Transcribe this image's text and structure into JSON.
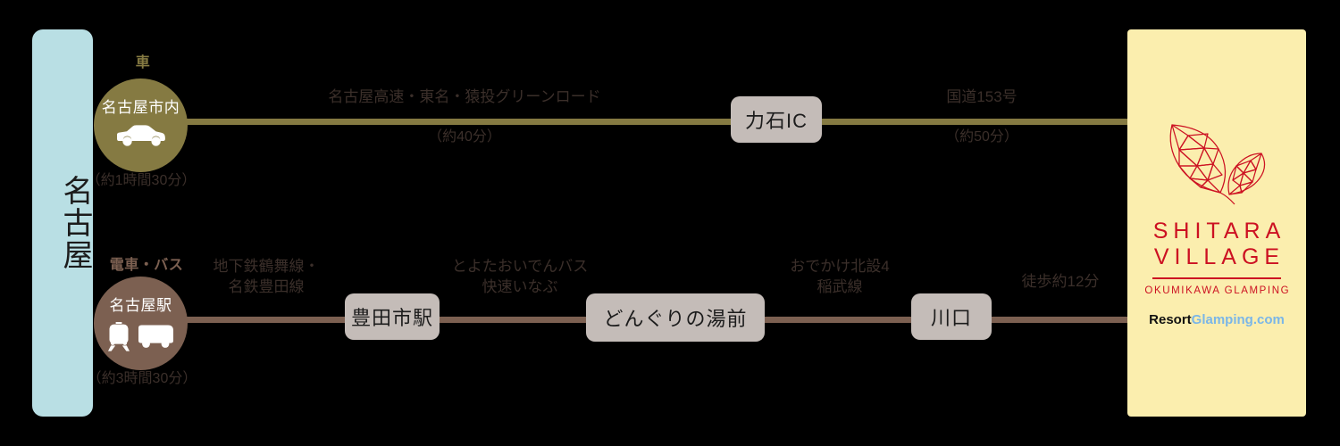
{
  "origin": {
    "label": "名古屋",
    "bar_color": "#b9dfe4"
  },
  "routes": {
    "car": {
      "heading": "車",
      "accent_color": "#857a42",
      "start_stop": "名古屋市内",
      "start_icon": "car-icon",
      "total_time": "（約1時間30分）",
      "segments": [
        {
          "above": "名古屋高速・東名・猿投グリーンロード",
          "below": "（約40分）"
        },
        {
          "above": "国道153号",
          "below": "（約50分）"
        }
      ],
      "stops": [
        {
          "name": "力石IC"
        }
      ]
    },
    "train": {
      "heading": "電車・バス",
      "accent_color": "#7c6051",
      "start_stop": "名古屋駅",
      "start_icons": [
        "train-icon",
        "bus-icon"
      ],
      "total_time": "（約3時間30分）",
      "segments": [
        {
          "above_line1": "地下鉄鶴舞線・",
          "above_line2": "名鉄豊田線"
        },
        {
          "above_line1": "とよたおいでんバス",
          "above_line2": "快速いなぶ"
        },
        {
          "above_line1": "おでかけ北設4",
          "above_line2": "稲武線"
        },
        {
          "above_line1": "徒歩約12分",
          "above_line2": ""
        }
      ],
      "stops": [
        {
          "name": "豊田市駅"
        },
        {
          "name": "どんぐりの湯前"
        },
        {
          "name": "川口"
        }
      ]
    }
  },
  "destination": {
    "panel_color": "#fbeeae",
    "brand_color": "#cc1122",
    "logo_mark": "leaf-logo-icon",
    "name_line1": "SHITARA",
    "name_line2": "VILLAGE",
    "subtitle": "OKUMIKAWA GLAMPING",
    "footer_a": "Resort",
    "footer_b": "Glamping.com"
  }
}
